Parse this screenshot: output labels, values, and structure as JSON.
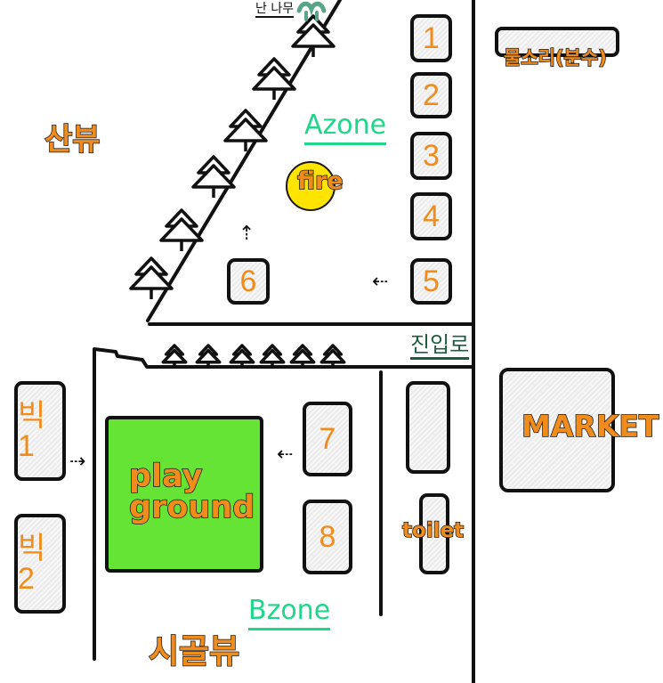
{
  "colors": {
    "outline": "#111111",
    "label_orange": "#f08c1c",
    "zone_green": "#1fd68a",
    "road_label_green": "#1d5c41",
    "playground_green": "#66e436",
    "fire_yellow": "#ffe400",
    "site_fill": "#ececec",
    "white": "#ffffff"
  },
  "labels": {
    "firewood": "난 나무",
    "mountain_view": "산뷰",
    "azone": "Azone",
    "fire": "fire",
    "fountain": "물소리(분수)",
    "entrance_road": "진입로",
    "market": "MARKET",
    "playground": [
      "play",
      "ground"
    ],
    "toilet": "toilet",
    "bzone": "Bzone",
    "country_view": "시골뷰"
  },
  "sites": [
    "1",
    "2",
    "3",
    "4",
    "5",
    "6",
    "7",
    "8"
  ],
  "big_sites": [
    "빅1",
    "빅2"
  ],
  "icons": {
    "tree": "pine-tree-icon",
    "firewood": "firewood-icon",
    "arrow_left": "dotted-arrow-left-icon",
    "arrow_right": "dotted-arrow-right-icon",
    "arrow_up": "dotted-arrow-up-icon"
  }
}
